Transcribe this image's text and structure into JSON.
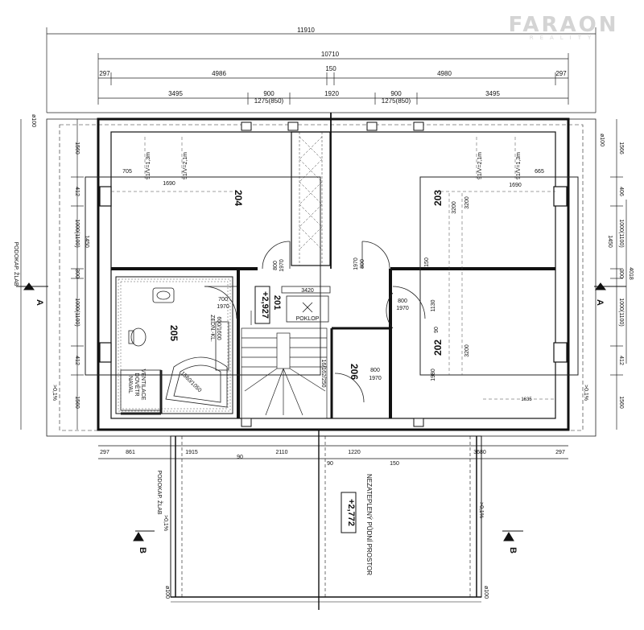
{
  "logo": {
    "name": "FARAON",
    "sub": "REALITY"
  },
  "dims": {
    "overall_total": "11910",
    "overall_inner": "10710",
    "seg_297_left": "297",
    "seg_4986": "4986",
    "seg_150": "150",
    "seg_4980": "4980",
    "seg_297_right": "297",
    "win_3495_left": "3495",
    "win_900_left": "900",
    "win_1275_left": "1275(850)",
    "win_1920": "1920",
    "win_900_right": "900",
    "win_1275_right": "1275(850)",
    "win_3495_right": "3495",
    "bottom_297_l": "297",
    "bottom_861": "861",
    "bottom_1915": "1915",
    "bottom_90_a": "90",
    "bottom_2110": "2110",
    "bottom_90_b": "90",
    "bottom_1220": "1220",
    "bottom_150": "150",
    "bottom_3680": "3680",
    "bottom_297_r": "297",
    "left_1560_top": "1560",
    "left_412_top": "412",
    "left_1000_top": "1000(1100)",
    "left_1450": "1450",
    "left_300": "300",
    "left_1000_bot": "1000(1100)",
    "left_412_bot": "412",
    "left_1560_bot": "1560",
    "right_1566": "1566",
    "right_406": "406",
    "right_1000_top": "1000(1100)",
    "right_1450": "1450",
    "right_4018": "4018",
    "right_300": "300",
    "right_1000_bot": "1000(1100)",
    "right_412": "412",
    "right_1560": "1560",
    "phi100": "ø100"
  },
  "rooms": {
    "r204": "204",
    "r203": "203",
    "r201": "201",
    "r205": "205",
    "r202": "202",
    "r206": "206"
  },
  "levels": {
    "main": "+2,927",
    "attic": "+2,772"
  },
  "labels": {
    "poklop": "POKLOP",
    "hatch_size": "3420",
    "attic_name": "NEZATEPLENÝ PŮDNÍ PROSTOR",
    "gutter": "PODOKAP. ŽLAB",
    "stair": "16/162/250",
    "heater": "ZEDN.-KL.",
    "heater_size": "600/1600",
    "vent": "VENTILACE",
    "vent2": "NAVAL",
    "vent3": "DOVĚTR",
    "tub_size": "1560/1050",
    "slope1": ">0,1%",
    "slope2": ">0,1%",
    "slope3": ">0,1%",
    "slope4": ">0,1%",
    "sec_a": "A",
    "sec_b": "B",
    "sill_l1": "91/V=1,3m",
    "sill_l2": "91/V=2,1m",
    "sill_r1": "91/V=2,1m",
    "sill_r2": "91/V=1,3m",
    "d705": "705",
    "d665": "665",
    "d1690_l": "1690",
    "d1690_r": "1690",
    "d3200_l": "3200",
    "d3200_r1": "3200",
    "d3200_r2": "3200",
    "d1635": "1635",
    "d_door_l": "800",
    "d_door_l2": "1970",
    "d_door_c": "800",
    "d_door_c2": "1970",
    "d_700": "700",
    "d_700b": "1970",
    "d_800_r": "800",
    "d_1970_r": "1970",
    "d_800_206": "800",
    "d_1970_206": "1970",
    "d_150": "150",
    "d_1130": "1130",
    "d_1980": "1980",
    "d_90": "90"
  }
}
